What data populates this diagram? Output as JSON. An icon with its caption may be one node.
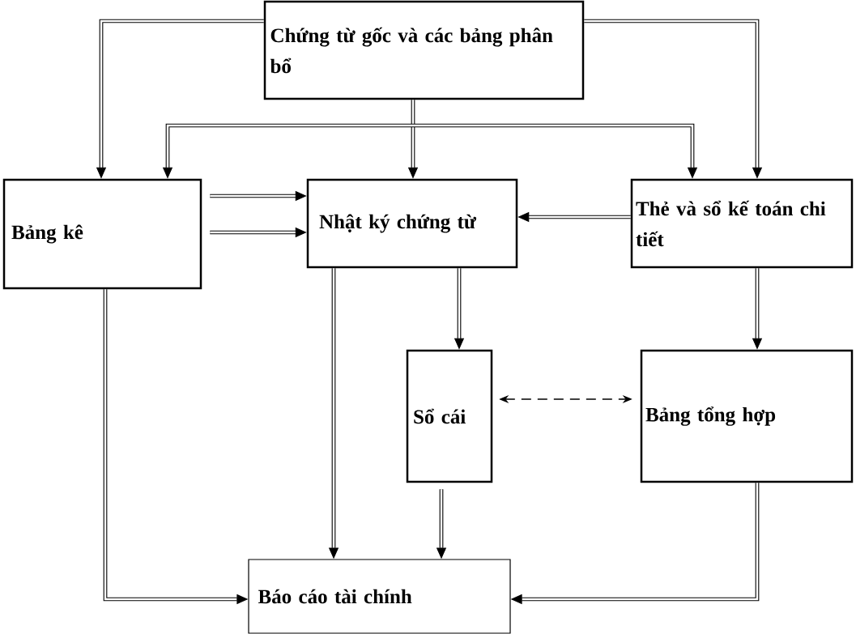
{
  "diagram": {
    "nodes": [
      {
        "text": [
          "Chứng từ gốc và các bảng phân bổ"
        ]
      },
      {
        "text": [
          "Bảng kê"
        ]
      },
      {
        "text": [
          "Nhật ký chứng từ"
        ]
      },
      {
        "text": [
          "Thẻ và sổ kế toán chi tiết"
        ]
      },
      {
        "text": [
          "Sổ cái"
        ]
      },
      {
        "text": [
          "Bảng tổng hợp"
        ]
      },
      {
        "text": [
          "Báo cáo tài chính"
        ]
      }
    ],
    "edges": [
      {
        "from": 0,
        "to": 1,
        "arrow": "to"
      },
      {
        "from": 0,
        "to": 2,
        "arrow": "to"
      },
      {
        "from": 0,
        "to": 3,
        "arrow": "to"
      },
      {
        "from": 1,
        "to": 3,
        "arrow": "both"
      },
      {
        "from": 1,
        "to": 2,
        "arrow": "to"
      },
      {
        "from": 1,
        "to": 2,
        "arrow": "to"
      },
      {
        "from": 3,
        "to": 2,
        "arrow": "to"
      },
      {
        "from": 2,
        "to": 4,
        "arrow": "to"
      },
      {
        "from": 3,
        "to": 5,
        "arrow": "to"
      },
      {
        "from": 4,
        "to": 5,
        "arrow": "both",
        "style": "dashed"
      },
      {
        "from": 2,
        "to": 6,
        "arrow": "to"
      },
      {
        "from": 4,
        "to": 6,
        "arrow": "to"
      },
      {
        "from": 1,
        "to": 6,
        "arrow": "to"
      },
      {
        "from": 5,
        "to": 6,
        "arrow": "to"
      }
    ]
  }
}
